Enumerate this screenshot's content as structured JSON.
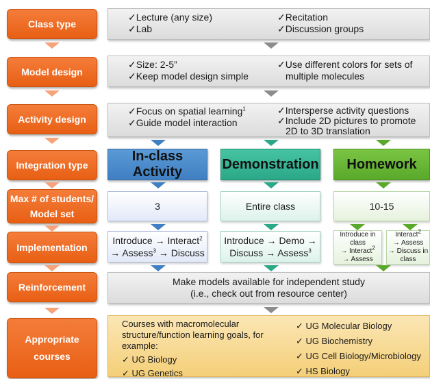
{
  "labels": {
    "class_type": "Class type",
    "model_design": "Model design",
    "activity_design": "Activity design",
    "integration_type": "Integration type",
    "max_students_1": "Max # of students/",
    "max_students_2": "Model set",
    "implementation": "Implementation",
    "reinforcement": "Reinforcement",
    "appropriate_courses": "Appropriate courses"
  },
  "class_type": {
    "col1": [
      "✓Lecture (any size)",
      "✓Lab"
    ],
    "col2": [
      "✓Recitation",
      "✓Discussion groups"
    ]
  },
  "model_design": {
    "col1": [
      "✓Size: 2-5”",
      "✓Keep model design simple"
    ],
    "col2": [
      "✓Use different colors for sets of",
      "multiple molecules"
    ]
  },
  "activity_design": {
    "col1_a": "✓Focus on spatial learning",
    "col1_a_sup": "1",
    "col1_b": "✓Guide model interaction",
    "col2": [
      "✓Intersperse activity questions",
      "✓Include 2D pictures to promote",
      "2D to 3D translation"
    ]
  },
  "integration": {
    "in_class": "In-class Activity",
    "demo": "Demonstration",
    "homework": "Homework"
  },
  "max_students": {
    "in_class": "3",
    "demo": "Entire class",
    "homework": "10-15"
  },
  "implementation": {
    "in_class_1": "Introduce → Interact",
    "in_class_1_sup": "2",
    "in_class_2": "→ Assess",
    "in_class_2_sup": "3",
    "in_class_3": " → Discuss",
    "demo_1": "Introduce → Demo →",
    "demo_2": "Discuss → Assess",
    "demo_2_sup": "3",
    "hw_a_1": "Introduce in",
    "hw_a_2": "class",
    "hw_a_3": "→ Interact",
    "hw_a_3_sup": "2",
    "hw_a_4": "→ Assess",
    "hw_b_1": "Interact",
    "hw_b_1_sup": "2",
    "hw_b_2": "→ Assess",
    "hw_b_3": "→ Discuss in",
    "hw_b_4": "class"
  },
  "reinforcement": {
    "line1": "Make models available for independent study",
    "line2": "(i.e., check out from resource center)"
  },
  "courses": {
    "intro": [
      "Courses with macromolecular",
      "structure/function learning goals, for",
      "example:"
    ],
    "col1": [
      "✓ UG Biology",
      "✓ UG Genetics"
    ],
    "col2": [
      "✓ UG Molecular Biology",
      "✓ UG Biochemistry",
      "✓ UG Cell Biology/Microbiology",
      "✓ HS Biology"
    ]
  }
}
